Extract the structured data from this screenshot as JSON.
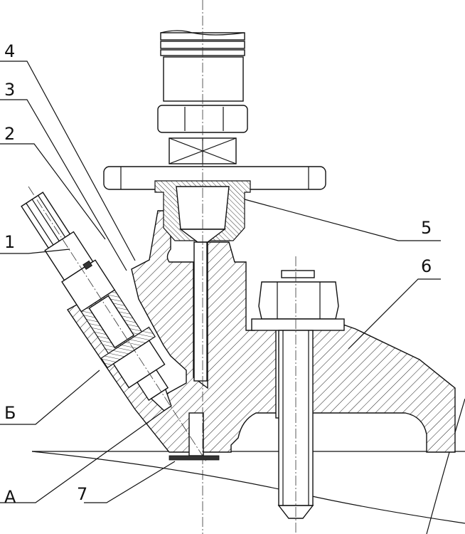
{
  "labels": {
    "callout_4": "4",
    "callout_3": "3",
    "callout_2": "2",
    "callout_1": "1",
    "callout_5": "5",
    "callout_6": "6",
    "callout_B": "Б",
    "callout_A": "А",
    "callout_7": "7"
  }
}
